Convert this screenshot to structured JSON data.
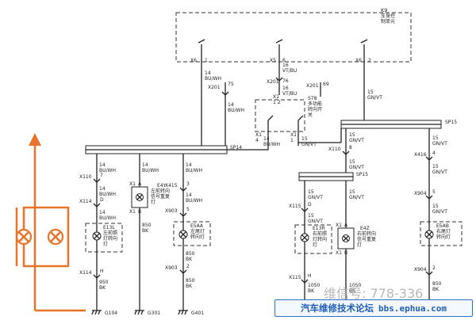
{
  "module": {
    "code": "K9",
    "name_line1": "车身控",
    "name_line2": "制单元"
  },
  "module_pins": [
    {
      "conn": "X6",
      "pin": "1"
    },
    {
      "conn": "X5",
      "pin": "6"
    },
    {
      "conn": "X6",
      "pin": "2"
    }
  ],
  "wires": {
    "bu_wh": "14\nBU/WH",
    "vt_bu": "16\nVT/BU",
    "gn_vt": "15\nGN/VT",
    "bk_950": "950\nBK",
    "bk_850": "850\nBK",
    "bk_1050": "1050\nBK",
    "bk_1050b": "1050\nBK",
    "bu_wh_14": "14\nBU/WH"
  },
  "connectors": {
    "x201_75": {
      "name": "X201",
      "pin": "75"
    },
    "x201_76": {
      "name": "X201",
      "pin": "76"
    },
    "x201_69": {
      "name": "X201",
      "pin": "69"
    },
    "x1_12": {
      "name": "X1",
      "pin": "1  2"
    },
    "x1_4": {
      "name": "X1",
      "pin": "4"
    },
    "x1_1": {
      "name": "X1",
      "pin": "1"
    },
    "x110_7": {
      "name": "X110",
      "pin": "7"
    },
    "x114_d": {
      "name": "X114",
      "pin": "D"
    },
    "x114_h": {
      "name": "X114",
      "pin": "H"
    },
    "x415_3": {
      "name": "X415",
      "pin": "3"
    },
    "x903_5": {
      "name": "X903",
      "pin": "5"
    },
    "x903_2": {
      "name": "X903",
      "pin": "2"
    },
    "x110_8": {
      "name": "X110",
      "pin": "8"
    },
    "x115_d": {
      "name": "X115",
      "pin": "D"
    },
    "x115_h": {
      "name": "X115",
      "pin": "H"
    },
    "x416_4": {
      "name": "X416",
      "pin": "4"
    },
    "x904_5": {
      "name": "X904",
      "pin": "5"
    },
    "x904_2": {
      "name": "X904",
      "pin": "2"
    },
    "x1a_l": {
      "name": "X1",
      "pin": "A"
    },
    "x1b_l": {
      "name": "X1",
      "pin": "B"
    },
    "x1a_r": {
      "name": "X1",
      "pin": "A"
    },
    "x1b_r": {
      "name": "X1",
      "pin": "B"
    }
  },
  "switch": {
    "code": "S78",
    "line1": "多功能",
    "line2": "转向开",
    "line3": "关"
  },
  "splices": {
    "sp14": "SP14",
    "sp15a": "SP15",
    "sp15b": "SP15"
  },
  "lamps": {
    "e13l": {
      "code": "E13L",
      "line1": "左前照",
      "line2": "灯转向",
      "line3": "灯"
    },
    "e4y": {
      "code": "E4Y",
      "line1": "左前转向",
      "line2": "信号重复",
      "line3": "灯"
    },
    "e5aa": {
      "code": "E5AA",
      "line1": "左尾灯",
      "line2": "转向灯"
    },
    "e13r": {
      "code": "E13R",
      "line1": "右前照",
      "line2": "灯转向",
      "line3": "灯"
    },
    "e4z": {
      "code": "E4Z",
      "line1": "右前转向",
      "line2": "信号重复",
      "line3": "灯"
    },
    "e5ab": {
      "code": "E5AB",
      "line1": "右尾灯",
      "line2": "转向灯"
    }
  },
  "grounds": [
    "G104",
    "G301",
    "G401"
  ],
  "watermark": "维信号: 778-336",
  "footer": {
    "name": "汽车维修技术论坛",
    "url": "bbs.ephua.com"
  },
  "colors": {
    "orange": "#e8732a",
    "footer_blue": "#1f5fb8"
  }
}
